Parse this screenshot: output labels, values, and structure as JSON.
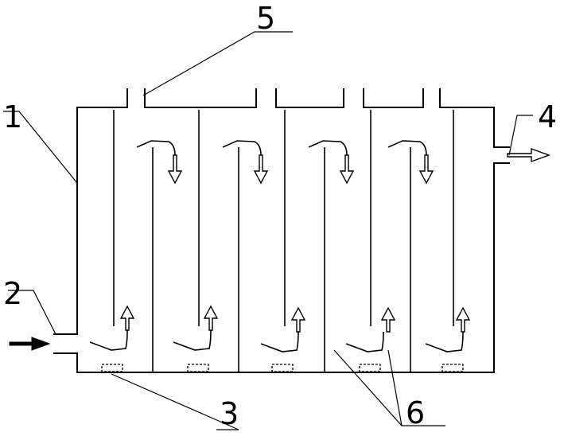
{
  "labels": {
    "vessel": "1",
    "inlet": "2",
    "bottom_caps": "3",
    "outlet": "4",
    "top_vents": "5",
    "baffles": "6"
  },
  "chambers": 5,
  "colors": {
    "line": "#000000",
    "background": "#ffffff"
  }
}
